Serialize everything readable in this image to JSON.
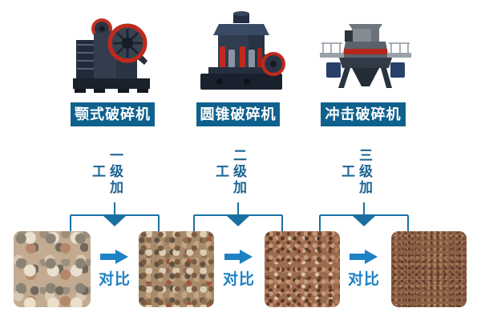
{
  "colors": {
    "label_bg": "#0f618d",
    "label_text": "#ffffff",
    "stage_text": "#1d6494",
    "connector_line": "#1a71a1",
    "compare_accent": "#1e81c4"
  },
  "columns": [
    {
      "name": "jaw-crusher",
      "label": "颚式破碎机",
      "stage": "一级加工"
    },
    {
      "name": "cone-crusher",
      "label": "圆锥破碎机",
      "stage": "二级加工"
    },
    {
      "name": "impact-crusher",
      "label": "冲击破碎机",
      "stage": "三级加工"
    }
  ],
  "compare": {
    "label": "对比"
  },
  "materials": [
    {
      "name": "coarse-crushed-stone"
    },
    {
      "name": "medium-crushed-gravel"
    },
    {
      "name": "fine-crushed-gravel"
    },
    {
      "name": "machine-made-sand"
    }
  ]
}
